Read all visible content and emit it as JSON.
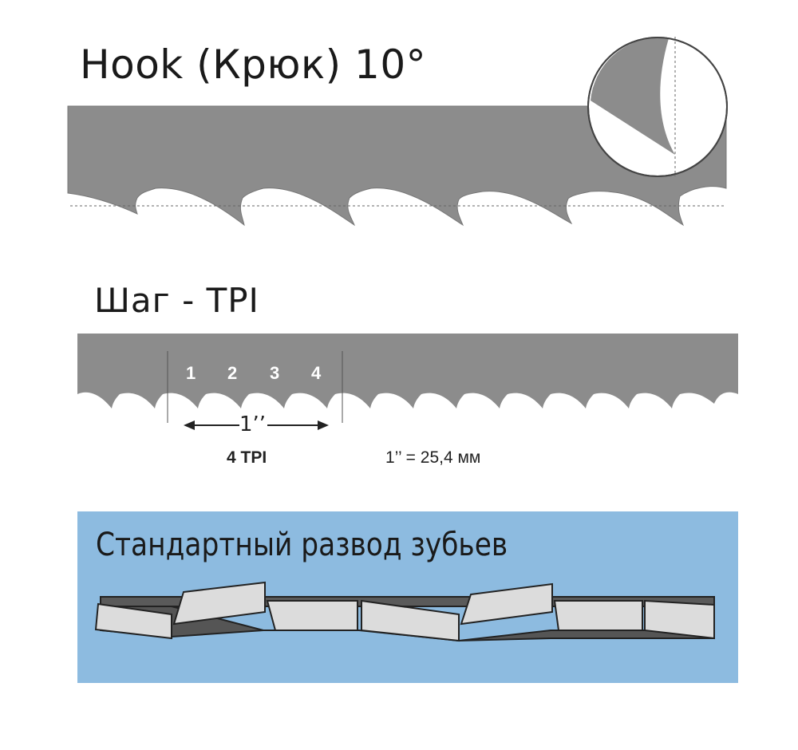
{
  "hook": {
    "title": "Hook (Крюк) 10°"
  },
  "tpi": {
    "title": "Шаг - TPI",
    "tooth_numbers": [
      "1",
      "2",
      "3",
      "4"
    ],
    "inch_label": "1’’",
    "tpi_label": "4 TPI",
    "conversion": "1’’ = 25,4 мм"
  },
  "set": {
    "title": "Стандартный развод зубьев"
  },
  "colors": {
    "blade": "#8c8c8c",
    "panel": "#8dbbe0",
    "tooth_light": "#dcdcdc",
    "tooth_dark": "#5a5a5a"
  }
}
